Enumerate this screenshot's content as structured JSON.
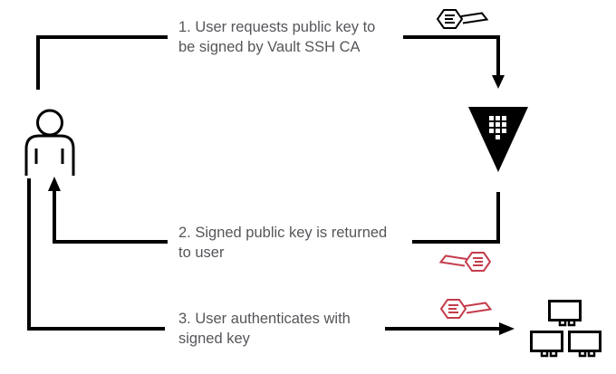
{
  "colors": {
    "line_color": "#000000",
    "text_color": "#55565a",
    "accent_red": "#c43d4b",
    "background": "#ffffff"
  },
  "diagram": {
    "type": "flow-diagram",
    "steps": [
      {
        "id": "1",
        "lines": [
          "1. User requests public key to",
          "be signed by Vault SSH CA"
        ],
        "from": "user",
        "to": "vault",
        "key_icon": "key-icon",
        "key_color": "black"
      },
      {
        "id": "2",
        "lines": [
          "2. Signed public key is returned",
          "to user"
        ],
        "from": "vault",
        "to": "user",
        "key_icon": "signed-key-icon",
        "key_color": "red"
      },
      {
        "id": "3",
        "lines": [
          "3. User authenticates with",
          "signed key"
        ],
        "from": "user",
        "to": "hosts",
        "key_icon": "signed-key-icon",
        "key_color": "red"
      }
    ],
    "nodes": [
      {
        "id": "user",
        "icon": "user-icon"
      },
      {
        "id": "vault",
        "icon": "vault-logo-icon"
      },
      {
        "id": "hosts",
        "icon": "monitors-icon",
        "monitor_count": 3
      }
    ]
  }
}
